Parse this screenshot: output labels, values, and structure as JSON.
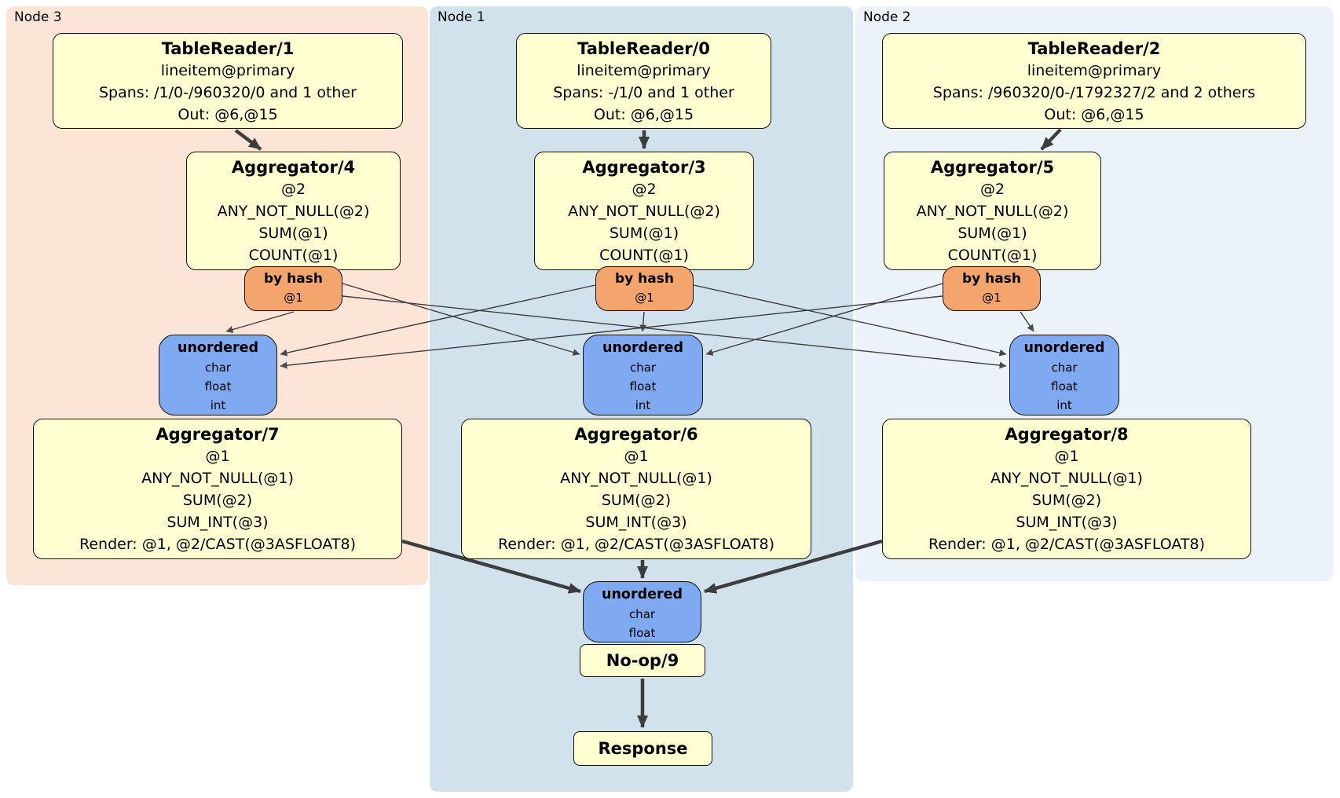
{
  "colors": {
    "node3_bg": "#fce4d6",
    "node1_bg": "#d2e2ec",
    "node2_bg": "#ecf2fa",
    "operator_bg": "#ffffd2",
    "router_bg": "#f4a46d",
    "stream_bg": "#7fa9f0",
    "edge_color": "#3d3d3d"
  },
  "node3": {
    "label": "Node 3",
    "table_reader": {
      "title": "TableReader/1",
      "lines": [
        "lineitem@primary",
        "Spans: /1/0-/960320/0 and 1 other",
        "Out: @6,@15"
      ]
    },
    "aggregator_top": {
      "title": "Aggregator/4",
      "lines": [
        "@2",
        "ANY_NOT_NULL(@2)",
        "SUM(@1)",
        "COUNT(@1)"
      ]
    },
    "by_hash": {
      "title": "by hash",
      "sub": "@1"
    },
    "unordered": {
      "title": "unordered",
      "lines": [
        "char",
        "float",
        "int"
      ]
    },
    "aggregator_bottom": {
      "title": "Aggregator/7",
      "lines": [
        "@1",
        "ANY_NOT_NULL(@1)",
        "SUM(@2)",
        "SUM_INT(@3)",
        "Render: @1, @2/CAST(@3ASFLOAT8)"
      ]
    }
  },
  "node1": {
    "label": "Node 1",
    "table_reader": {
      "title": "TableReader/0",
      "lines": [
        "lineitem@primary",
        "Spans: -/1/0 and 1 other",
        "Out: @6,@15"
      ]
    },
    "aggregator_top": {
      "title": "Aggregator/3",
      "lines": [
        "@2",
        "ANY_NOT_NULL(@2)",
        "SUM(@1)",
        "COUNT(@1)"
      ]
    },
    "by_hash": {
      "title": "by hash",
      "sub": "@1"
    },
    "unordered": {
      "title": "unordered",
      "lines": [
        "char",
        "float",
        "int"
      ]
    },
    "aggregator_bottom": {
      "title": "Aggregator/6",
      "lines": [
        "@1",
        "ANY_NOT_NULL(@1)",
        "SUM(@2)",
        "SUM_INT(@3)",
        "Render: @1, @2/CAST(@3ASFLOAT8)"
      ]
    },
    "final_unordered": {
      "title": "unordered",
      "lines": [
        "char",
        "float"
      ]
    },
    "noop": {
      "title": "No-op/9"
    },
    "response": {
      "title": "Response"
    }
  },
  "node2": {
    "label": "Node 2",
    "table_reader": {
      "title": "TableReader/2",
      "lines": [
        "lineitem@primary",
        "Spans: /960320/0-/1792327/2 and 2 others",
        "Out: @6,@15"
      ]
    },
    "aggregator_top": {
      "title": "Aggregator/5",
      "lines": [
        "@2",
        "ANY_NOT_NULL(@2)",
        "SUM(@1)",
        "COUNT(@1)"
      ]
    },
    "by_hash": {
      "title": "by hash",
      "sub": "@1"
    },
    "unordered": {
      "title": "unordered",
      "lines": [
        "char",
        "float",
        "int"
      ]
    },
    "aggregator_bottom": {
      "title": "Aggregator/8",
      "lines": [
        "@1",
        "ANY_NOT_NULL(@1)",
        "SUM(@2)",
        "SUM_INT(@3)",
        "Render: @1, @2/CAST(@3ASFLOAT8)"
      ]
    }
  }
}
